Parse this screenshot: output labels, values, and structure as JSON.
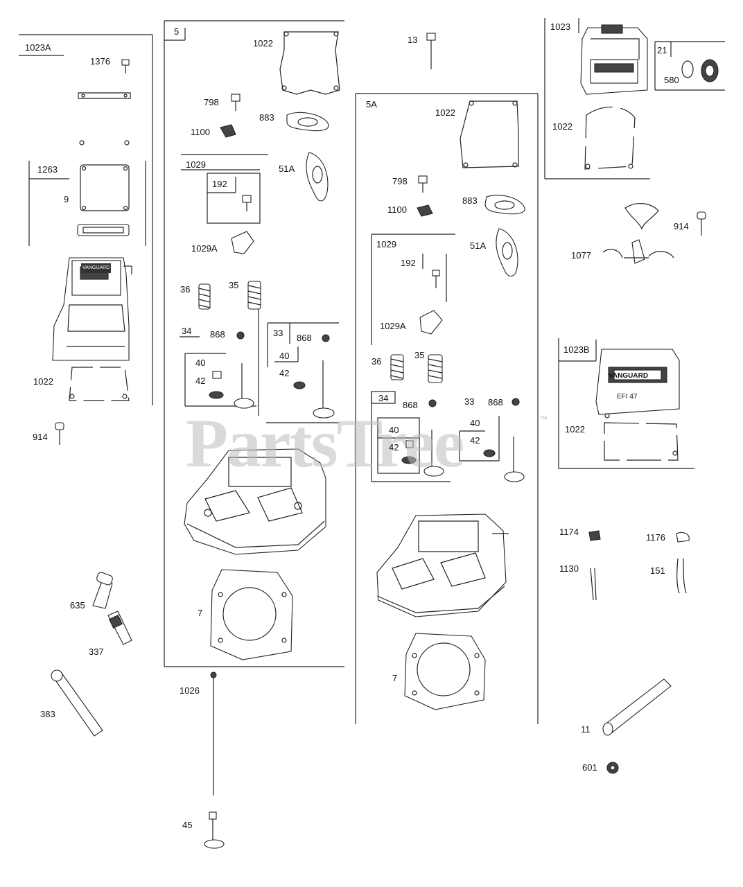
{
  "watermark": {
    "text": "PartsTree",
    "trademark": "™"
  },
  "groups": {
    "g1023A": "1023A",
    "g5": "5",
    "g5A": "5A",
    "g1023": "1023",
    "g1023B": "1023B",
    "g1263": "1263",
    "g1029_left": "1029",
    "g1029_right": "1029",
    "g34_left": "34",
    "g33_left": "33",
    "g34_right": "34",
    "g33_right": "33",
    "g21": "21"
  },
  "callouts": {
    "c1376": "1376",
    "c9": "9",
    "c1022_a": "1022",
    "c914_a": "914",
    "c635": "635",
    "c337": "337",
    "c383": "383",
    "c1022_b": "1022",
    "c798_b": "798",
    "c883_b": "883",
    "c1100_b": "1100",
    "c192_b": "192",
    "c51A_b": "51A",
    "c1029A_b": "1029A",
    "c36_b": "36",
    "c35_b": "35",
    "c868_b1": "868",
    "c868_b2": "868",
    "c40_b1": "40",
    "c42_b1": "42",
    "c40_b2": "40",
    "c42_b2": "42",
    "c7_b": "7",
    "c1026": "1026",
    "c45": "45",
    "c13": "13",
    "c1022_c": "1022",
    "c798_c": "798",
    "c883_c": "883",
    "c1100_c": "1100",
    "c192_c": "192",
    "c51A_c": "51A",
    "c1029A_c": "1029A",
    "c36_c": "36",
    "c35_c": "35",
    "c868_c1": "868",
    "c868_c2": "868",
    "c40_c1": "40",
    "c42_c1": "42",
    "c40_c2": "40",
    "c42_c2": "42",
    "c7_c": "7",
    "c1022_d": "1022",
    "c580": "580",
    "c914_d": "914",
    "c1077": "1077",
    "c1022_e": "1022",
    "c1174": "1174",
    "c1176": "1176",
    "c1130": "1130",
    "c151": "151",
    "c11": "11",
    "c601": "601"
  },
  "cover_text": {
    "logo_left": "VANGUARD",
    "logo_right": "VANGUARD",
    "model": "EFI 47"
  }
}
